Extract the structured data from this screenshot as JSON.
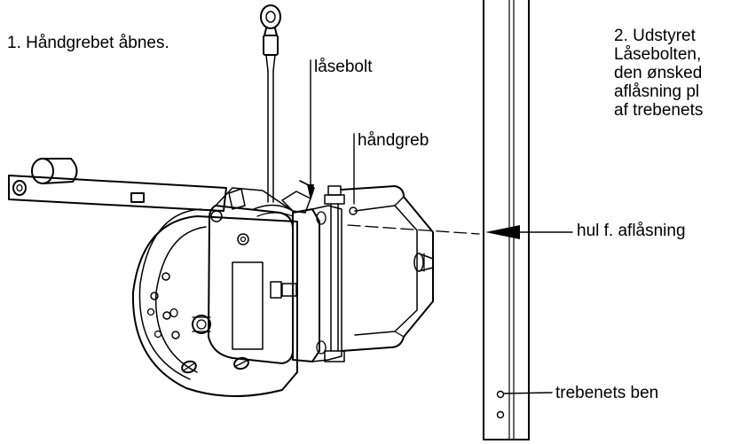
{
  "labels": {
    "step1": "1. Håndgrebet åbnes.",
    "lock_bolt": "låsebolt",
    "handle": "håndgreb",
    "lock_hole": "hul f. aflåsning",
    "tripod_leg": "trebenets ben"
  },
  "step2_lines": [
    "2. Udstyret",
    "Låsebolten,",
    "den ønsked",
    "aflåsning pl",
    "af trebenets"
  ]
}
